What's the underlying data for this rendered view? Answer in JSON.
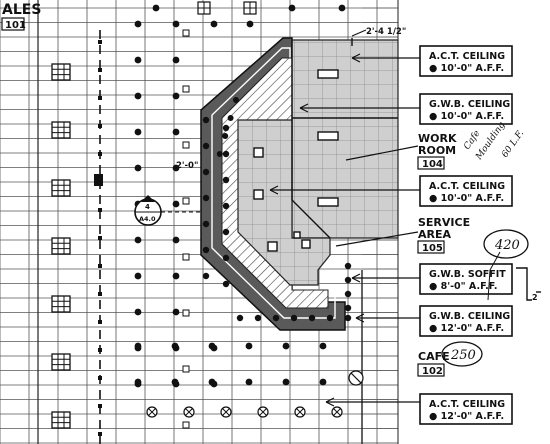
{
  "rooms": {
    "sales": {
      "name": "ALES",
      "number": "101"
    },
    "work_room": {
      "name_line1": "WORK",
      "name_line2": "ROOM",
      "number": "104"
    },
    "service_area": {
      "name_line1": "SERVICE",
      "name_line2": "AREA",
      "number": "105"
    },
    "cafe": {
      "name": "CAFE",
      "number": "102"
    }
  },
  "tags": [
    {
      "line1": "A.C.T. CEILING",
      "line2": "● 10'-0\" A.F.F."
    },
    {
      "line1": "G.W.B. CEILING",
      "line2": "● 10'-0\" A.F.F."
    },
    {
      "line1": "A.C.T. CEILING",
      "line2": "● 10'-0\" A.F.F."
    },
    {
      "line1": "G.W.B. SOFFIT",
      "line2": "● 8'-0\" A.F.F."
    },
    {
      "line1": "G.W.B. CEILING",
      "line2": "● 12'-0\" A.F.F."
    },
    {
      "line1": "A.C.T. CEILING",
      "line2": "● 12'-0\" A.F.F."
    }
  ],
  "dimensions": {
    "top": "2'-4 1/2\"",
    "left": "2'-0\""
  },
  "section_marker": {
    "number": "4",
    "sheet": "A4.0"
  },
  "detail_marker": {
    "number": "2"
  },
  "annotations": {
    "cafe_molding": [
      "Cafe",
      "Moulding",
      "60 L.F."
    ],
    "area_420": "420",
    "area_250": "250"
  }
}
